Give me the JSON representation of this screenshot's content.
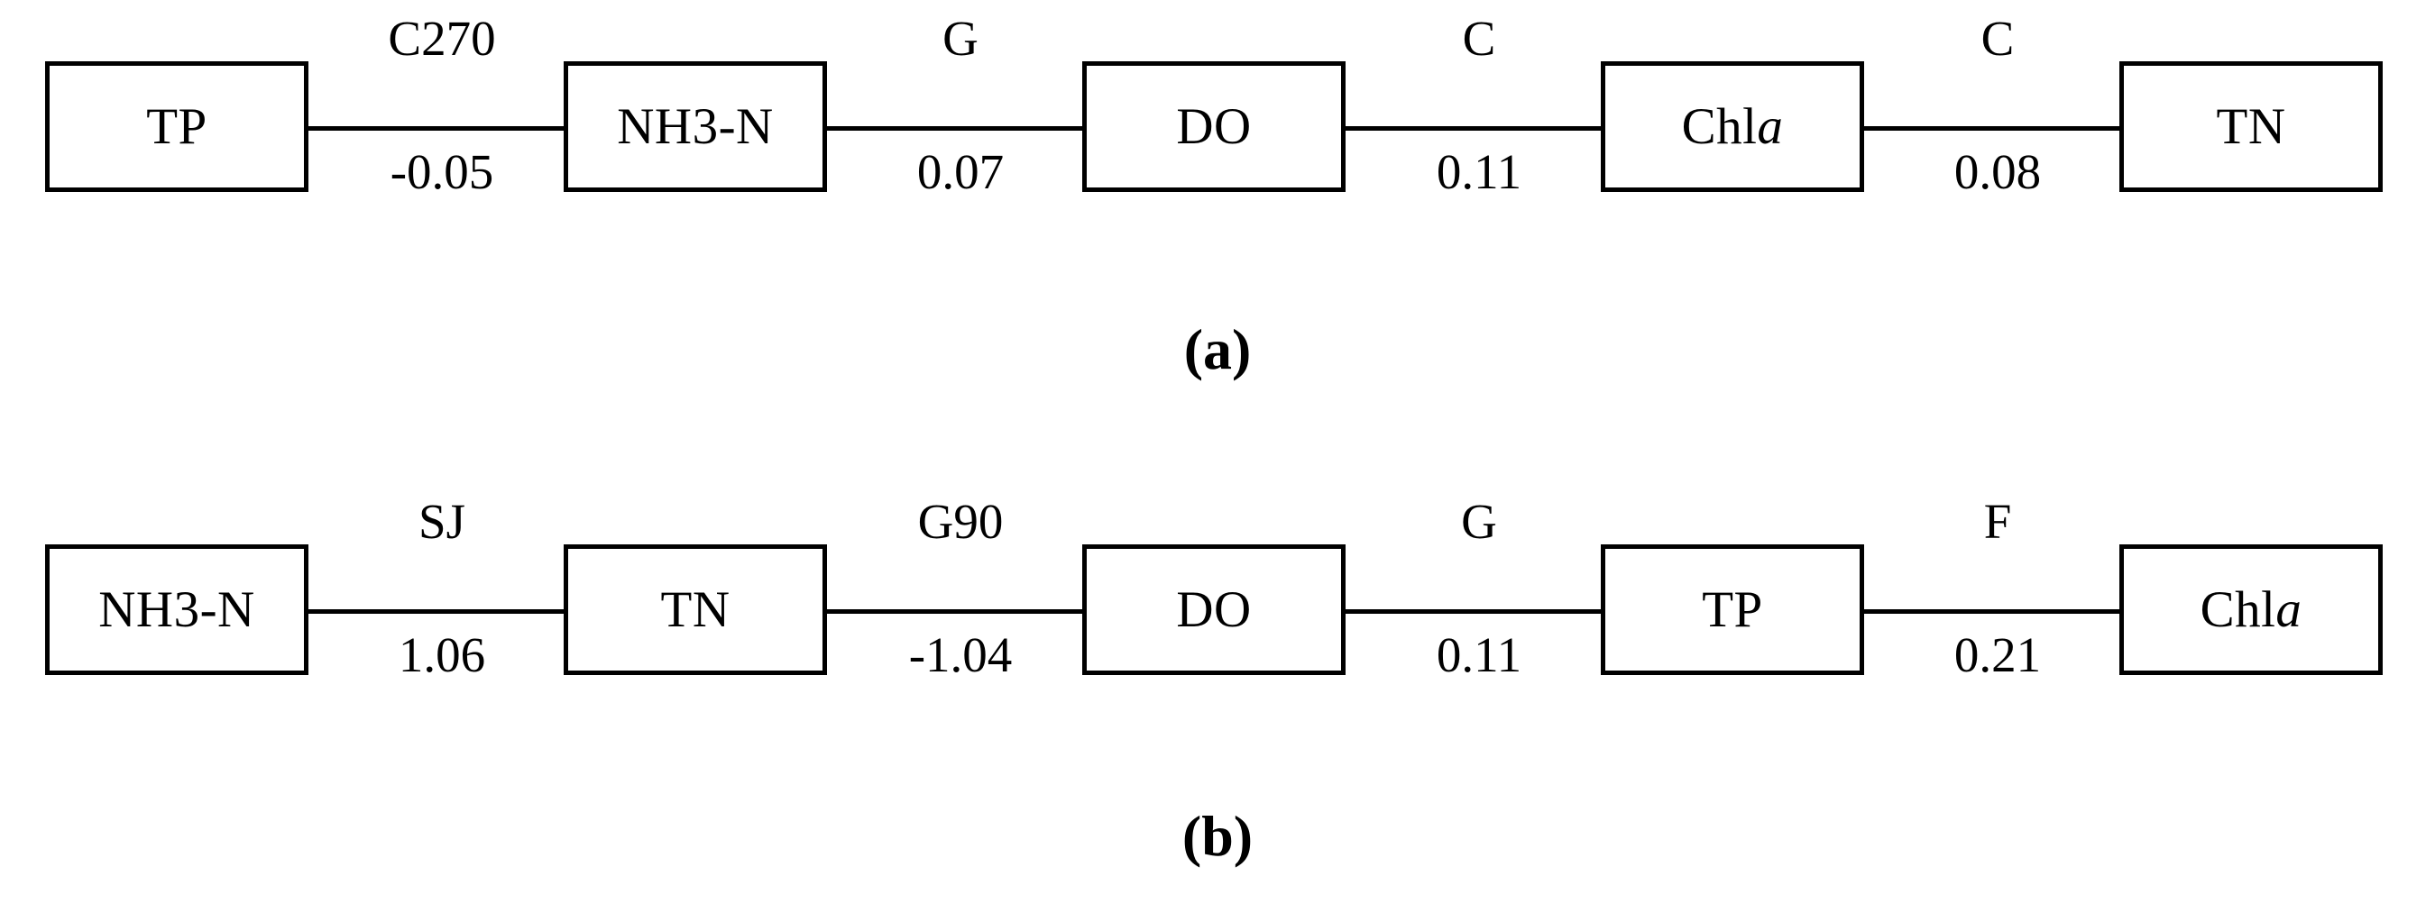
{
  "figure": {
    "type": "two-panel-chain-diagram",
    "background_color": "#ffffff",
    "line_color": "#000000"
  },
  "panels": [
    {
      "id": "a",
      "caption": "(a)",
      "nodes": [
        {
          "label": "TP",
          "italic_suffix": ""
        },
        {
          "label": "NH3-N",
          "italic_suffix": ""
        },
        {
          "label": "DO",
          "italic_suffix": ""
        },
        {
          "label": "Chl",
          "italic_suffix": "a"
        },
        {
          "label": "TN",
          "italic_suffix": ""
        }
      ],
      "edges": [
        {
          "from": "TP",
          "to": "NH3-N",
          "top_label": "C270",
          "bottom_label": "-0.05"
        },
        {
          "from": "NH3-N",
          "to": "DO",
          "top_label": "G",
          "bottom_label": "0.07"
        },
        {
          "from": "DO",
          "to": "Chla",
          "top_label": "C",
          "bottom_label": "0.11"
        },
        {
          "from": "Chla",
          "to": "TN",
          "top_label": "C",
          "bottom_label": "0.08"
        }
      ]
    },
    {
      "id": "b",
      "caption": "(b)",
      "nodes": [
        {
          "label": "NH3-N",
          "italic_suffix": ""
        },
        {
          "label": "TN",
          "italic_suffix": ""
        },
        {
          "label": "DO",
          "italic_suffix": ""
        },
        {
          "label": "TP",
          "italic_suffix": ""
        },
        {
          "label": "Chl",
          "italic_suffix": "a"
        }
      ],
      "edges": [
        {
          "from": "NH3-N",
          "to": "TN",
          "top_label": "SJ",
          "bottom_label": "1.06"
        },
        {
          "from": "TN",
          "to": "DO",
          "top_label": "G90",
          "bottom_label": "-1.04"
        },
        {
          "from": "DO",
          "to": "TP",
          "top_label": "G",
          "bottom_label": "0.11"
        },
        {
          "from": "TP",
          "to": "Chla",
          "top_label": "F",
          "bottom_label": "0.21"
        }
      ]
    }
  ]
}
